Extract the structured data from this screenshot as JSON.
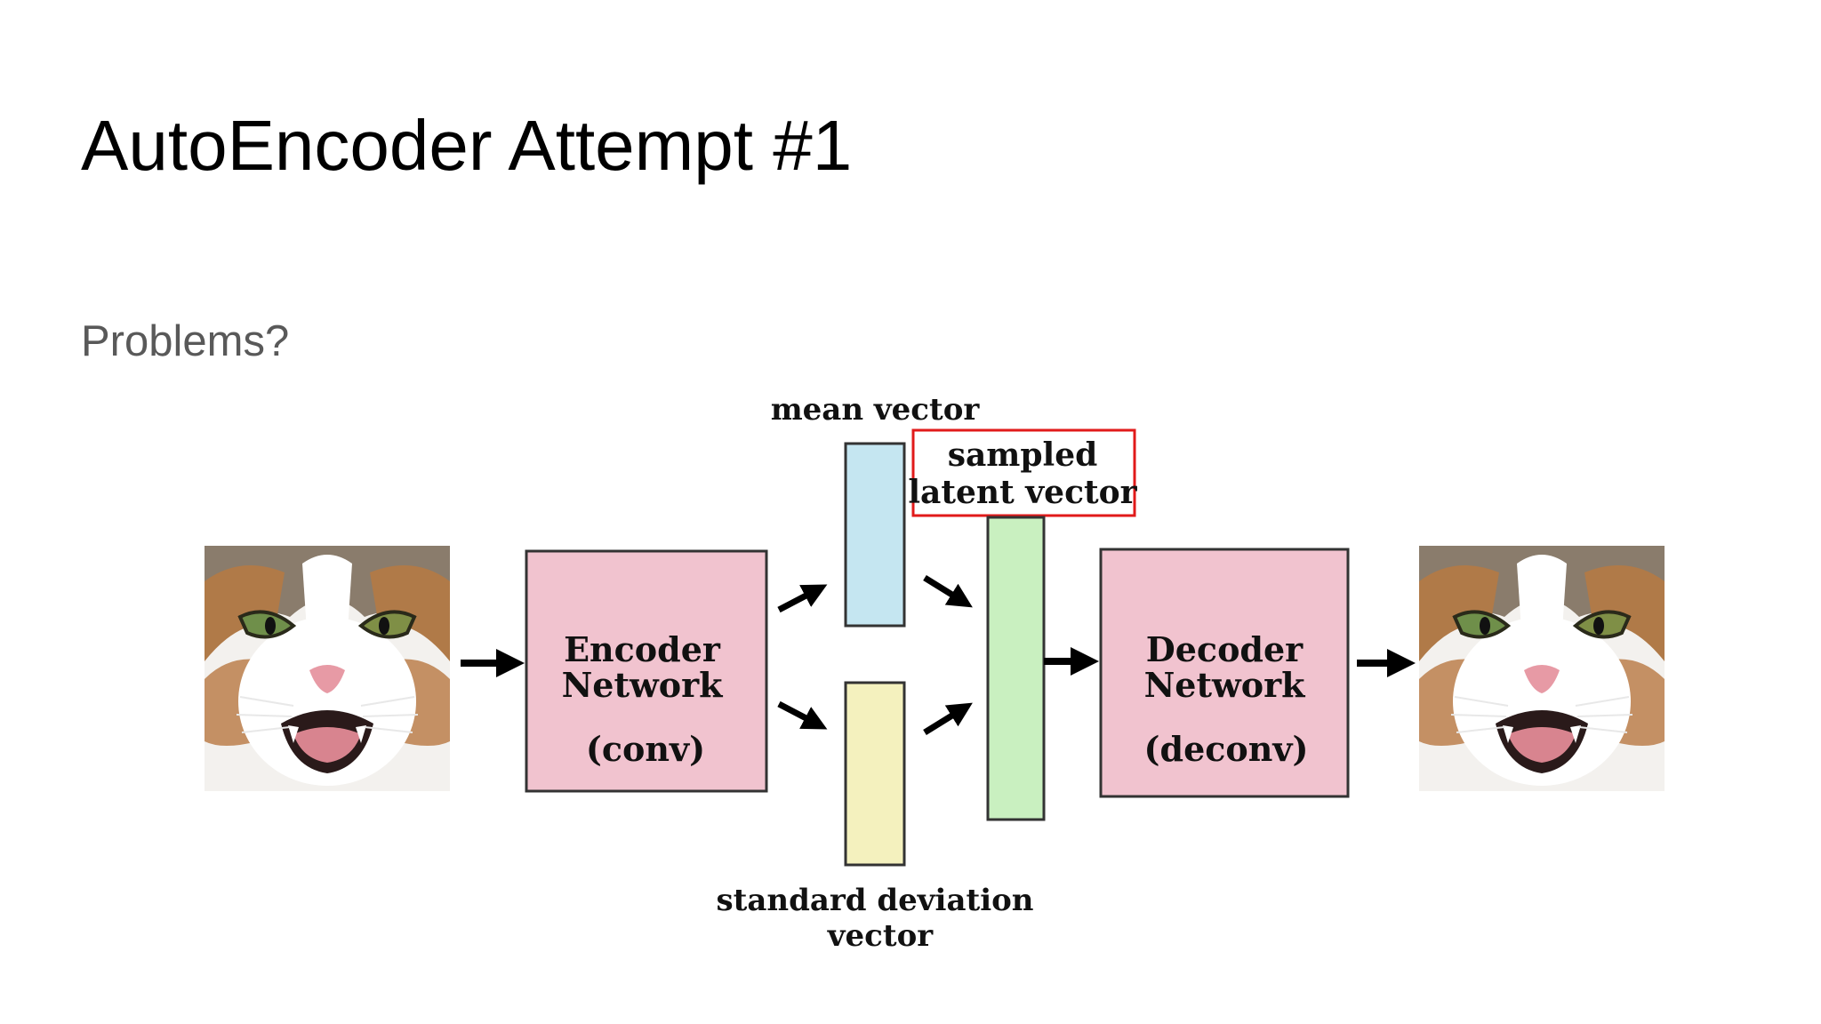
{
  "slide": {
    "title": "AutoEncoder Attempt #1",
    "subtitle": "Problems?"
  },
  "diagram": {
    "mean_label": "mean vector",
    "sampled_label_line1": "sampled",
    "sampled_label_line2": "latent vector",
    "std_label_line1": "standard deviation",
    "std_label_line2": "vector",
    "encoder_line1": "Encoder",
    "encoder_line2": "Network",
    "encoder_line3": "(conv)",
    "decoder_line1": "Decoder",
    "decoder_line2": "Network",
    "decoder_line3": "(deconv)"
  },
  "colors": {
    "network_fill": "#f1c3cf",
    "mean_fill": "#c5e6f1",
    "std_fill": "#f4f1be",
    "latent_fill": "#c9f0c0",
    "highlight_box": "#e11a1a"
  },
  "icons": {
    "input_image": "cat-face-photo",
    "output_image": "cat-face-photo"
  }
}
